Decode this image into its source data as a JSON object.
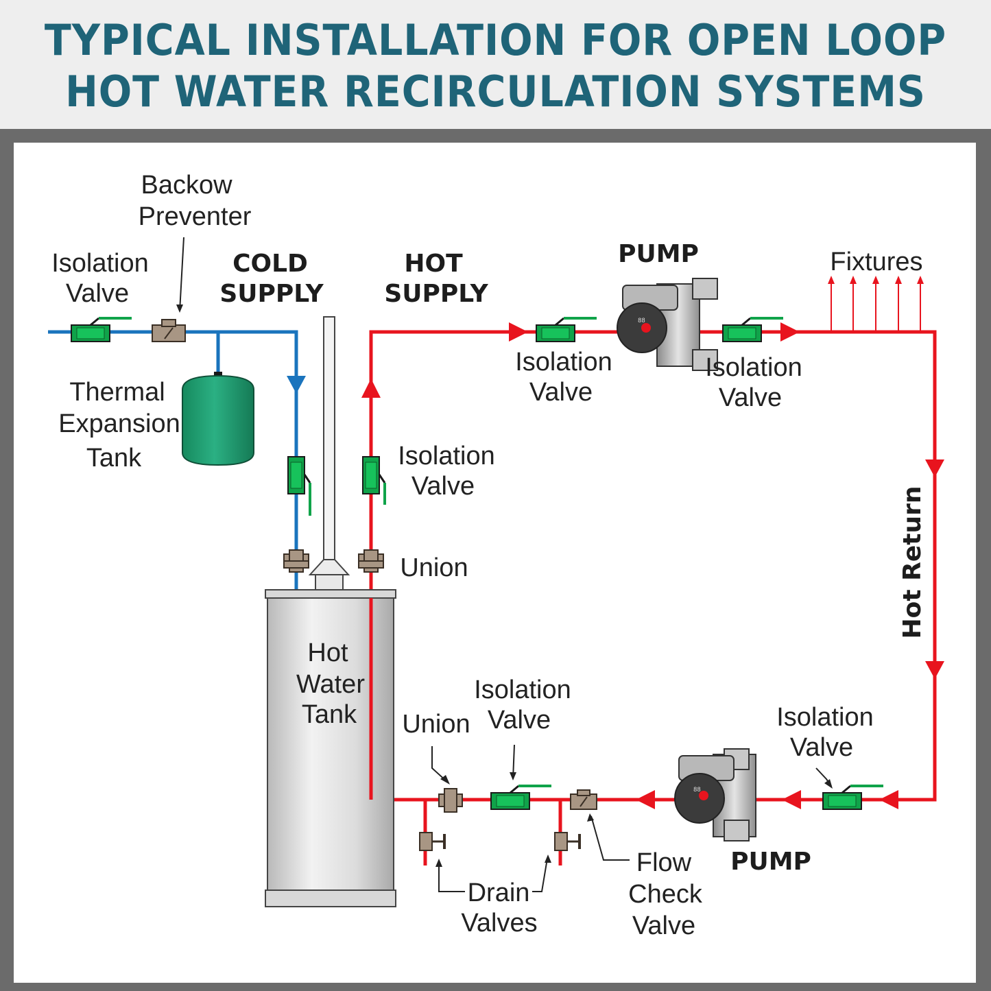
{
  "header": {
    "title_line1": "TYPICAL INSTALLATION FOR OPEN LOOP",
    "title_line2": "HOT WATER RECIRCULATION SYSTEMS"
  },
  "colors": {
    "title": "#1f6478",
    "cold_pipe": "#1a74bd",
    "hot_pipe": "#e8141e",
    "valve": "#10a34a",
    "fitting": "#a89684",
    "tank": "#1e9e74"
  },
  "labels": {
    "backflow_line1": "Backow",
    "backflow_line2": "Preventer",
    "iso_cold_line1": "Isolation",
    "iso_cold_line2": "Valve",
    "cold_supply_line1": "COLD",
    "cold_supply_line2": "SUPPLY",
    "hot_supply_line1": "HOT",
    "hot_supply_line2": "SUPPLY",
    "pump_top": "PUMP",
    "fixtures": "Fixtures",
    "thermal_line1": "Thermal",
    "thermal_line2": "Expansion",
    "thermal_line3": "Tank",
    "iso_top_left_line1": "Isolation",
    "iso_top_left_line2": "Valve",
    "iso_top_right_line1": "Isolation",
    "iso_top_right_line2": "Valve",
    "iso_hot_riser_line1": "Isolation",
    "iso_hot_riser_line2": "Valve",
    "union_top": "Union",
    "hot_return": "Hot Return",
    "tank_line1": "Hot",
    "tank_line2": "Water",
    "tank_line3": "Tank",
    "union_bottom": "Union",
    "iso_bottom_mid_line1": "Isolation",
    "iso_bottom_mid_line2": "Valve",
    "iso_bottom_right_line1": "Isolation",
    "iso_bottom_right_line2": "Valve",
    "pump_bottom": "PUMP",
    "drain_line1": "Drain",
    "drain_line2": "Valves",
    "flow_check_line1": "Flow",
    "flow_check_line2": "Check",
    "flow_check_line3": "Valve"
  }
}
